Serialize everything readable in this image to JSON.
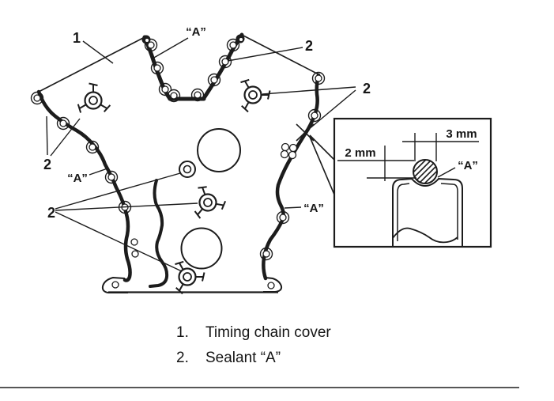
{
  "figure": {
    "callout_part": "1",
    "callout_sealant": "2",
    "sealant_mark": "“A”",
    "inset": {
      "width_dim": "3 mm",
      "height_dim": "2 mm",
      "sealant_mark": "“A”"
    }
  },
  "legend": {
    "items": [
      {
        "number": "1.",
        "label": "Timing chain cover"
      },
      {
        "number": "2.",
        "label": "Sealant “A”"
      }
    ]
  },
  "colors": {
    "line": "#1c1c1c",
    "rule": "#565656",
    "background": "#ffffff"
  }
}
